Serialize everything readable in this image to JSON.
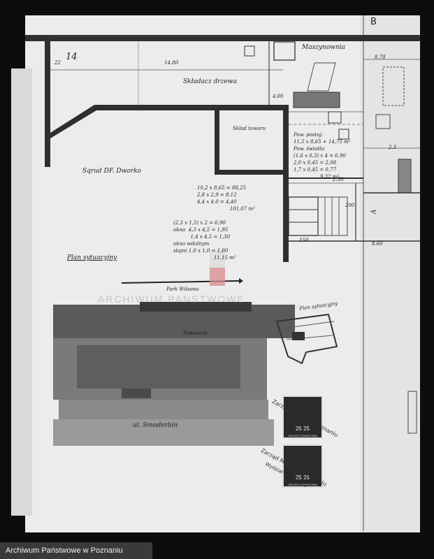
{
  "sheet": {
    "sheet_number": "14",
    "corner_letter": "B",
    "section_marker": "A"
  },
  "plan": {
    "rooms": {
      "skladacz_drzewo": "Składacz drzewa",
      "maszynownia": "Maszynownia",
      "sklad_towaru": "Skład towaru",
      "sklad_dr_dworko": "Sqrud DF. Dworko"
    },
    "dimensions": {
      "top_left": "22",
      "top_length": "14.80",
      "top_right": "8.78",
      "right_length": "8.60",
      "center_a": "150",
      "center_b": "200",
      "center_c": "4.00",
      "center_d": "2.50",
      "right_small": "2.3"
    },
    "labels": {
      "powierzchnia": "Pow. postaj:",
      "powierzchnia_swiatla": "Pow. światła:",
      "okna": "okna",
      "plan_sytuacyjny": "Plan sytuacyjny",
      "plan_sytuacyjny_small": "Plan sytuacyjny",
      "ulica": "ul. Smoderbin",
      "podwórze": "Podwórze",
      "park_wilsona": "Park Wilsona"
    },
    "calc_left": "10,2 x 8,65 = 88,25\n2,8 x 2,9 = 8,12\n4,4 x 4,0 = 4,40\n                     101,07 m²",
    "calc_mid": "(2,3 x 1,5) x 2 = 6,90\nokna  4,3 x 4,5 = 1,95\n           1,4 x 4,5 = 1,30\nokno wdolnym\nstajni 1,0 x 1,0 = 1,00\n                          11,15 m²",
    "calc_right": "Pow. postaj:\n11,5 x 8,65 + 14,75 m²\nPow. światła:\n(1,6 x 0,3) x 4 = 6,90\n2,0 x 0,45 = 2,08\n1,7 x 0,45 = 0,77\n                 9,32 m²"
  },
  "stamps": {
    "value_1": "25  25",
    "value_2": "25  25",
    "label": "OPŁATA STEMPLOWA",
    "seal_text_1": "Zarząd Miejski w Poznaniu",
    "seal_text_2": "Wydział Budowlany"
  },
  "watermark": "ARCHIWUM PAŃSTWOWE",
  "footer": "Archiwum Państwowe w Poznaniu"
}
